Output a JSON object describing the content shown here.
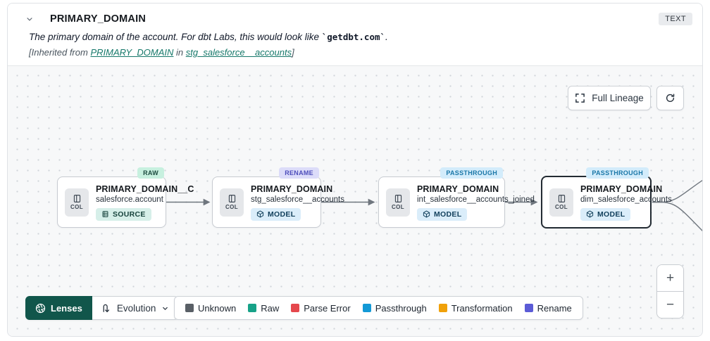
{
  "header": {
    "title": "PRIMARY_DOMAIN",
    "type_badge": "TEXT",
    "description": {
      "prefix": "The primary domain of the account. For dbt Labs, this would look like ",
      "code": "`getdbt.com`",
      "suffix": "."
    },
    "inherited": {
      "prefix": "[Inherited from ",
      "column_link": "PRIMARY_DOMAIN",
      "middle": " in ",
      "model_link": "stg_salesforce__accounts",
      "suffix": "]"
    }
  },
  "toolbar": {
    "full_lineage_label": "Full Lineage"
  },
  "nodes": [
    {
      "lens_badge": "RAW",
      "title": "PRIMARY_DOMAIN__C",
      "subtitle": "salesforce.account",
      "col_label": "COL",
      "kind": "SOURCE"
    },
    {
      "lens_badge": "RENAME",
      "title": "PRIMARY_DOMAIN",
      "subtitle": "stg_salesforce__accounts",
      "col_label": "COL",
      "kind": "MODEL"
    },
    {
      "lens_badge": "PASSTHROUGH",
      "title": "PRIMARY_DOMAIN",
      "subtitle": "int_salesforce__accounts_joined",
      "col_label": "COL",
      "kind": "MODEL"
    },
    {
      "lens_badge": "PASSTHROUGH",
      "title": "PRIMARY_DOMAIN",
      "subtitle": "dim_salesforce_accounts",
      "col_label": "COL",
      "kind": "MODEL"
    }
  ],
  "footer": {
    "lenses_label": "Lenses",
    "lens_selector_value": "Evolution",
    "legend": [
      {
        "label": "Unknown",
        "color": "#595f66"
      },
      {
        "label": "Raw",
        "color": "#17a288"
      },
      {
        "label": "Parse Error",
        "color": "#e5484d"
      },
      {
        "label": "Passthrough",
        "color": "#1399d6"
      },
      {
        "label": "Transformation",
        "color": "#f0a10a"
      },
      {
        "label": "Rename",
        "color": "#5b5bd6"
      }
    ]
  },
  "zoom_controls": {
    "zoom_in": "+",
    "zoom_out": "−"
  },
  "colors": {
    "accent_teal": "#11564b",
    "link_teal": "#16786a",
    "canvas_bg": "#f7f8f9",
    "selected_node_border": "#232b33"
  }
}
